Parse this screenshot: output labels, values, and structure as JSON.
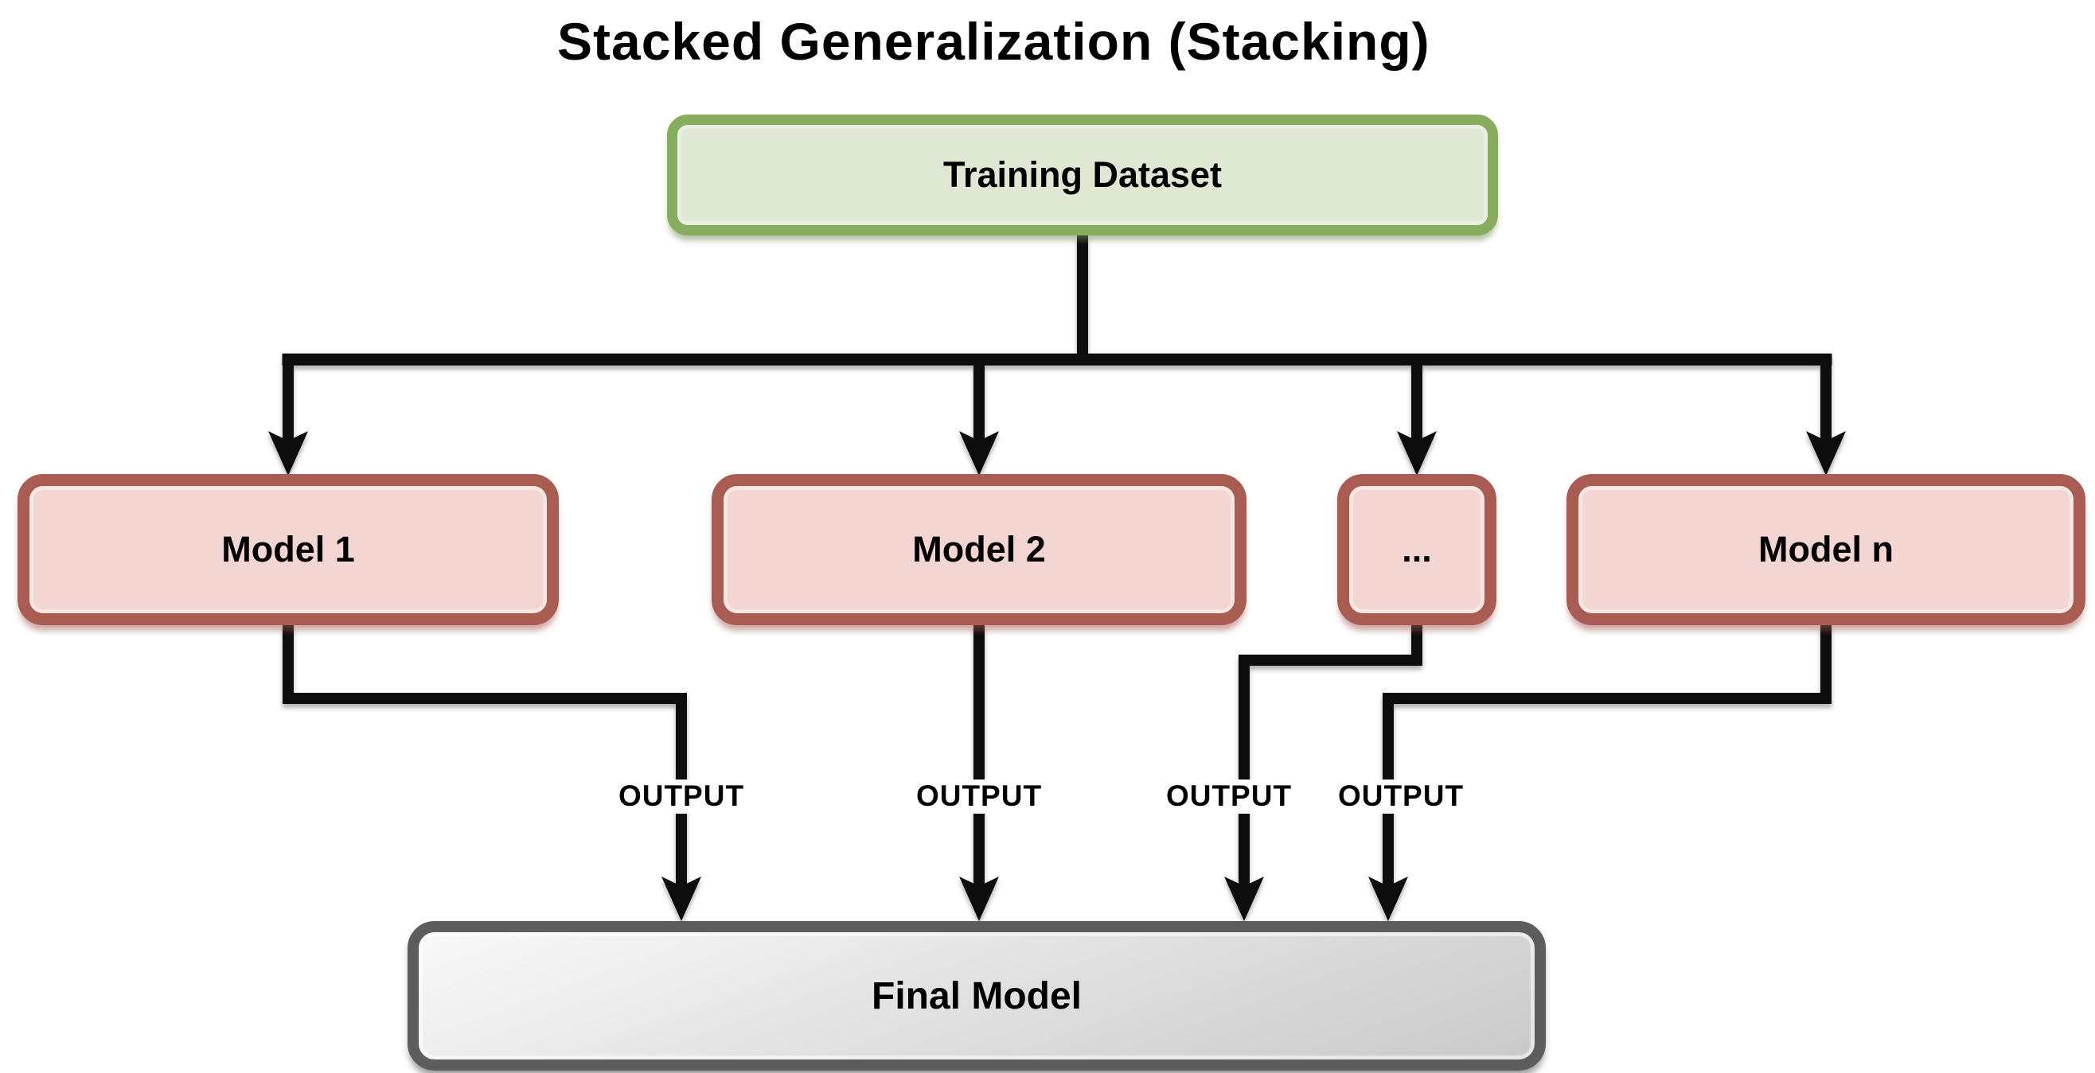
{
  "title": "Stacked Generalization (Stacking)",
  "nodes": {
    "training": {
      "label": "Training Dataset"
    },
    "models": [
      {
        "label": "Model 1"
      },
      {
        "label": "Model 2"
      },
      {
        "label": "..."
      },
      {
        "label": "Model n"
      }
    ],
    "final": {
      "label": "Final Model"
    }
  },
  "edges": [
    {
      "from": "Training Dataset",
      "to": "Model 1"
    },
    {
      "from": "Training Dataset",
      "to": "Model 2"
    },
    {
      "from": "Training Dataset",
      "to": "..."
    },
    {
      "from": "Training Dataset",
      "to": "Model n"
    },
    {
      "from": "Model 1",
      "to": "Final Model",
      "label": "OUTPUT"
    },
    {
      "from": "Model 2",
      "to": "Final Model",
      "label": "OUTPUT"
    },
    {
      "from": "...",
      "to": "Final Model",
      "label": "OUTPUT"
    },
    {
      "from": "Model n",
      "to": "Final Model",
      "label": "OUTPUT"
    }
  ],
  "theme": {
    "background": "#ffffff",
    "text_color": "#000000",
    "line_color": "#0a0a0a",
    "training_fill": "#dee8d2",
    "training_border": "#87ad5e",
    "model_fill": "#f3d5d1",
    "model_border": "#a95c51",
    "final_fill_light": "#f9f9f9",
    "final_fill_dark": "#c9c9c9",
    "final_border": "#5d5d5d"
  }
}
